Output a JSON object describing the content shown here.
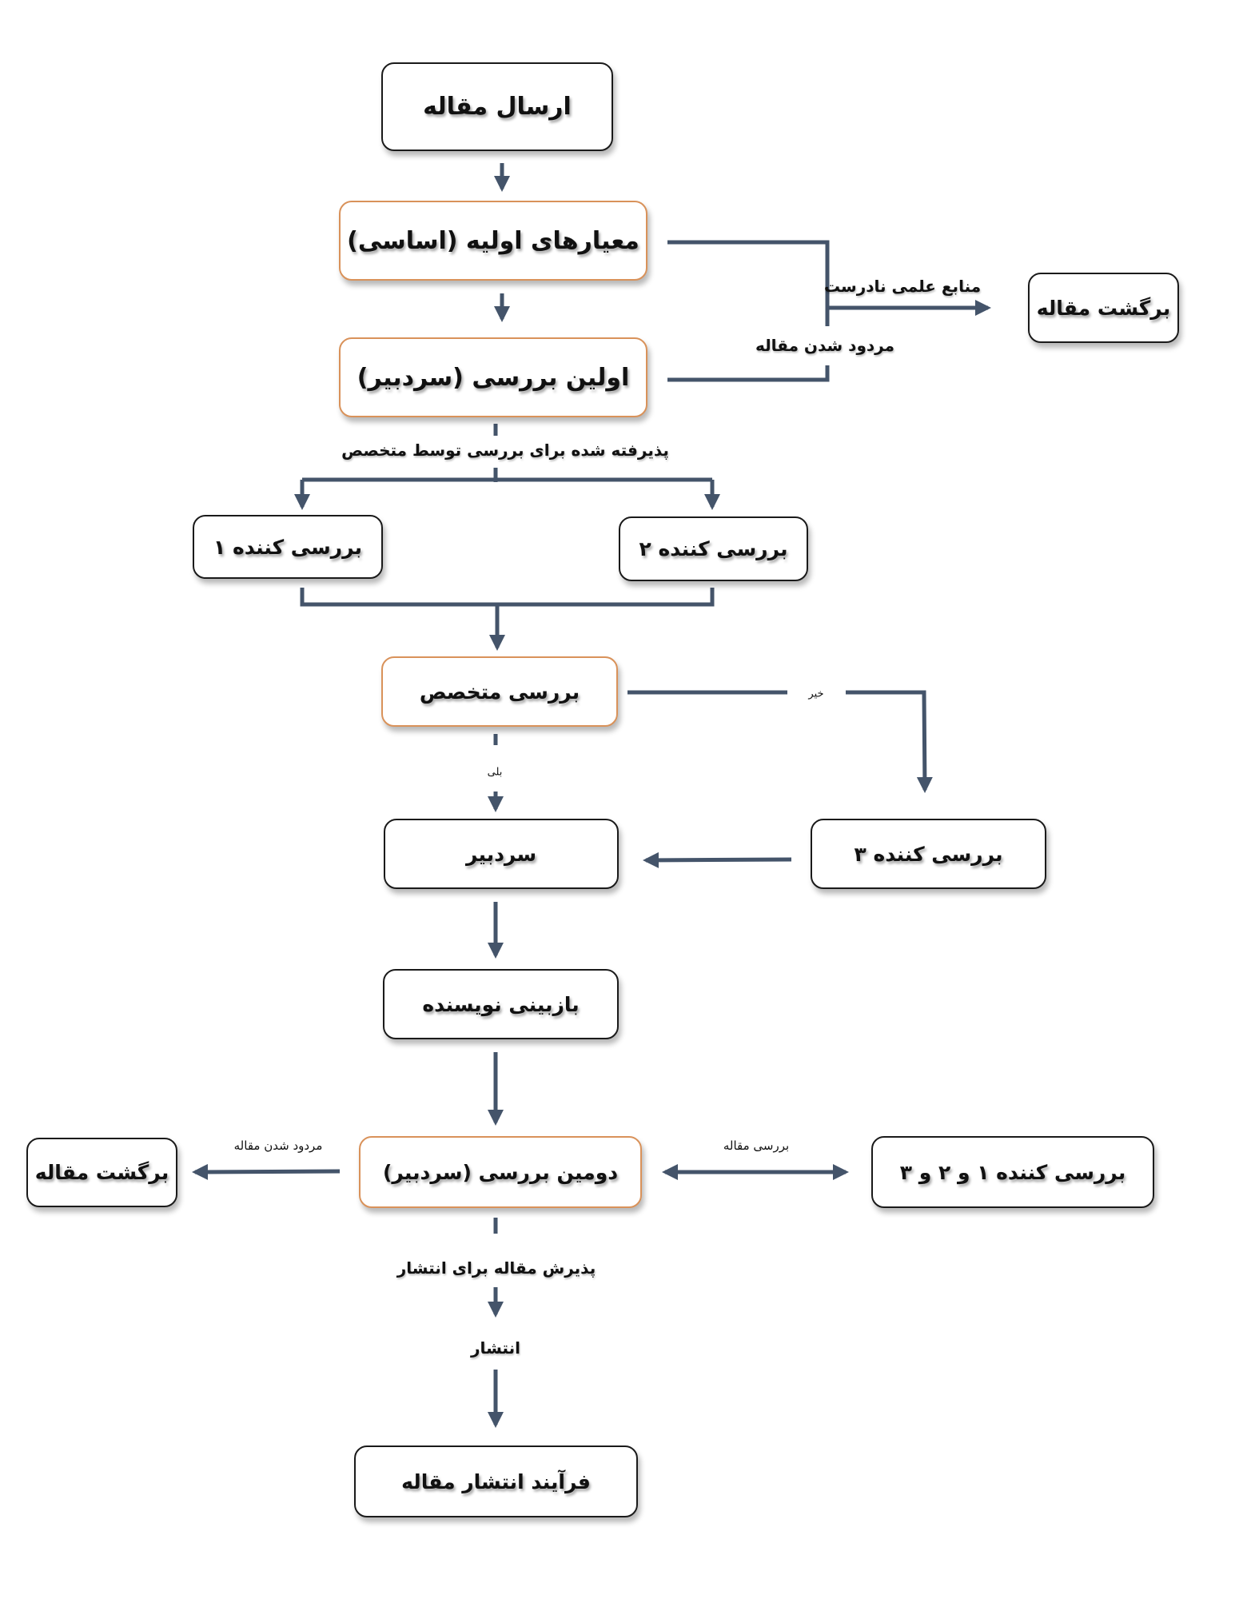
{
  "colors": {
    "connector": "#44546A",
    "box_border": "#1a1a1a",
    "highlight_border": "#d9925a"
  },
  "nodes": {
    "submit": "ارسال مقاله",
    "initial_criteria": "معیارهای اولیه (اساسی)",
    "first_review": "اولین بررسی (سردبیر)",
    "return_top": "برگشت مقاله",
    "reviewer1": "بررسی کننده ۱",
    "reviewer2": "بررسی کننده ۲",
    "expert_review": "بررسی متخصص",
    "editor": "سردبیر",
    "reviewer3": "بررسی کننده ۳",
    "author_revision": "بازبینی نویسنده",
    "second_review": "دومین بررسی (سردبیر)",
    "return_bottom": "برگشت مقاله",
    "reviewers_all": "بررسی کننده ۱ و ۲ و ۳",
    "publication_process": "فرآیند انتشار مقاله"
  },
  "edge_labels": {
    "wrong_sources": "منابع علمی نادرست",
    "rejected_top": "مردود شدن مقاله",
    "accepted_for_expert": "پذیرفته شده برای بررسی توسط متخصص",
    "no": "خیر",
    "yes": "بلی",
    "rejected_bottom": "مردود شدن مقاله",
    "review_article": "بررسی مقاله",
    "accept_for_publish": "پذیرش مقاله برای انتشار",
    "publish": "انتشار"
  }
}
